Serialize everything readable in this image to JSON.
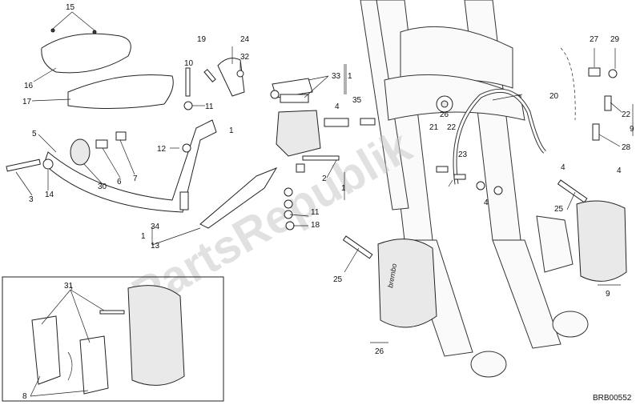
{
  "watermark": "PartsRepublik",
  "drawing_code": "BRB00552",
  "callouts": {
    "c1a": "1",
    "c1b": "1",
    "c1c": "1",
    "c1d": "1",
    "c2": "2",
    "c3": "3",
    "c4a": "4",
    "c4b": "4",
    "c4c": "4",
    "c4d": "4",
    "c5": "5",
    "c6": "6",
    "c7": "7",
    "c8": "8",
    "c9a": "9",
    "c9b": "9",
    "c10": "10",
    "c11a": "11",
    "c11b": "11",
    "c12": "12",
    "c13": "13",
    "c14": "14",
    "c15": "15",
    "c16": "16",
    "c17": "17",
    "c18": "18",
    "c19": "19",
    "c20": "20",
    "c21": "21",
    "c22a": "22",
    "c22b": "22",
    "c23": "23",
    "c24": "24",
    "c25a": "25",
    "c25b": "25",
    "c26a": "26",
    "c26b": "26",
    "c27": "27",
    "c28": "28",
    "c29": "29",
    "c30": "30",
    "c31": "31",
    "c32": "32",
    "c33": "33",
    "c34": "34",
    "c35": "35"
  },
  "caliper_brand": "brembo"
}
